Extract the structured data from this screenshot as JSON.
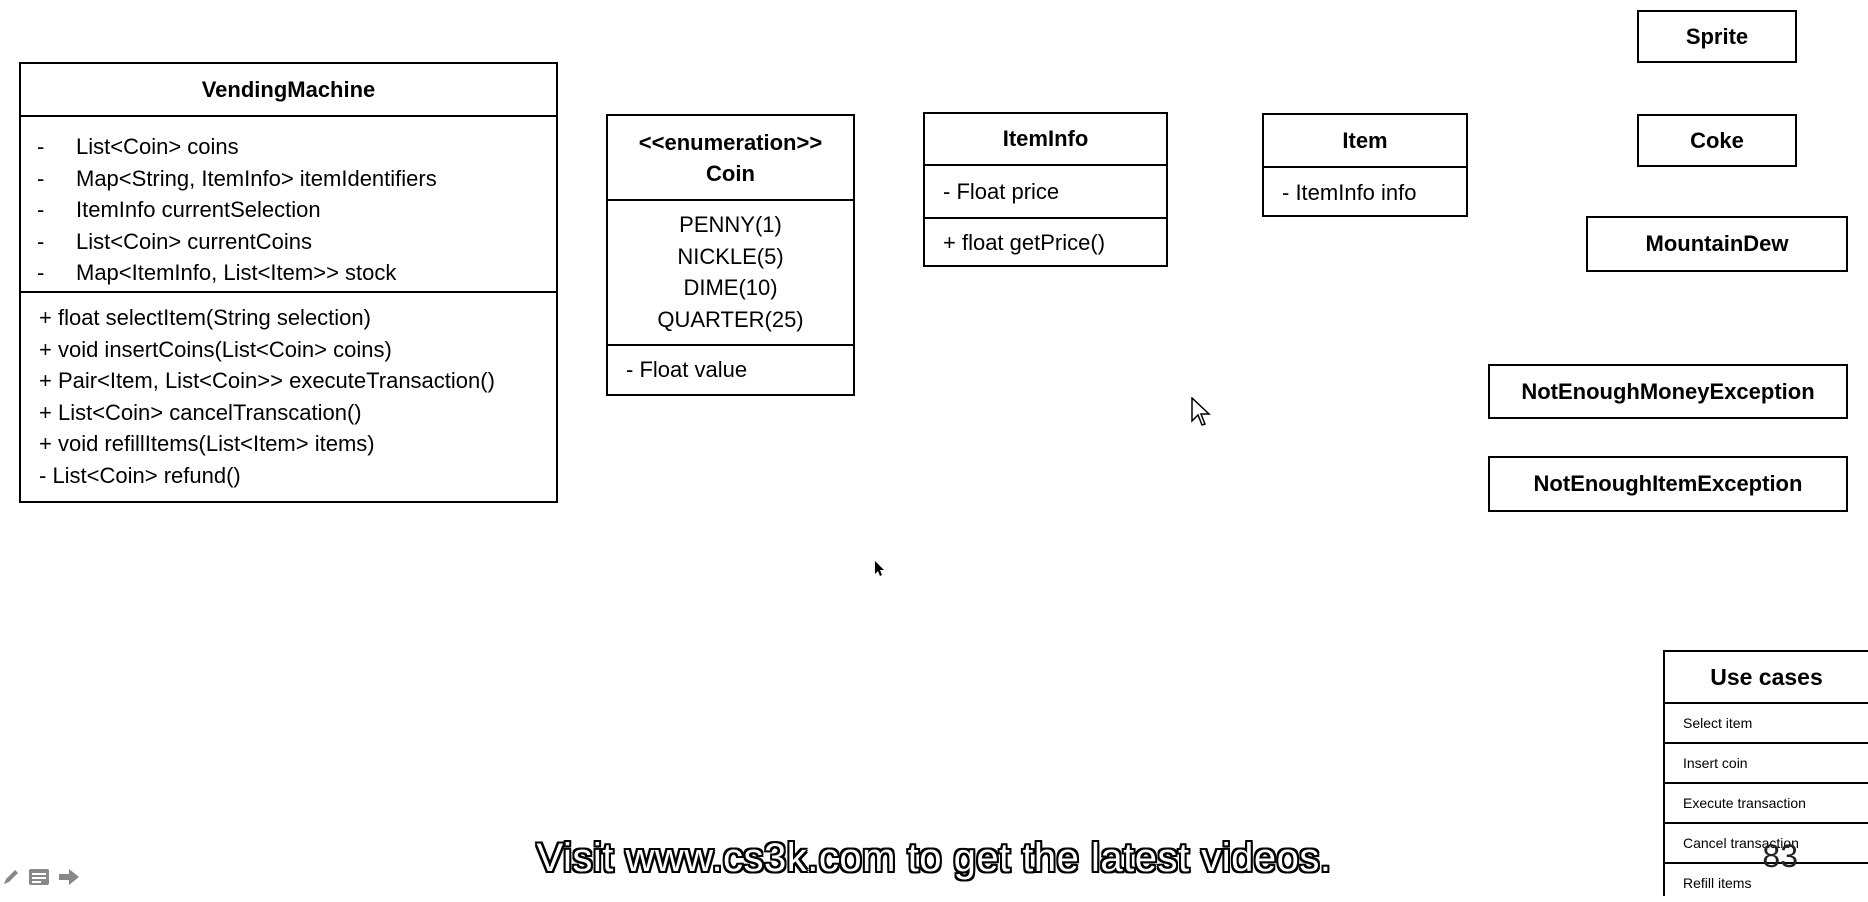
{
  "vending_machine": {
    "title": "VendingMachine",
    "attributes": [
      {
        "dash": "-",
        "text": "List<Coin> coins"
      },
      {
        "dash": "-",
        "text": "Map<String, ItemInfo> itemIdentifiers"
      },
      {
        "dash": "-",
        "text": "ItemInfo currentSelection"
      },
      {
        "dash": "-",
        "text": "List<Coin> currentCoins"
      },
      {
        "dash": "-",
        "text": "Map<ItemInfo, List<Item>> stock"
      }
    ],
    "methods": [
      "+ float selectItem(String selection)",
      "+ void insertCoins(List<Coin> coins)",
      "+ Pair<Item, List<Coin>> executeTransaction()",
      "+ List<Coin> cancelTranscation()",
      "+ void refillItems(List<Item> items)",
      "- List<Coin> refund()"
    ]
  },
  "coin": {
    "stereotype": "<<enumeration>>",
    "title": "Coin",
    "values": [
      "PENNY(1)",
      "NICKLE(5)",
      "DIME(10)",
      "QUARTER(25)"
    ],
    "attribute": "- Float value"
  },
  "item_info": {
    "title": "ItemInfo",
    "attribute": "- Float price",
    "method": "+ float getPrice()"
  },
  "item": {
    "title": "Item",
    "attribute": "- ItemInfo info"
  },
  "classes": {
    "sprite": "Sprite",
    "coke": "Coke",
    "mountain_dew": "MountainDew",
    "not_enough_money": "NotEnoughMoneyException",
    "not_enough_item": "NotEnoughItemException"
  },
  "use_cases": {
    "title": "Use cases",
    "items": [
      "Select item",
      "Insert coin",
      "Execute transaction",
      "Cancel transaction",
      "Refill items"
    ]
  },
  "caption": "Visit www.cs3k.com to get the latest videos.",
  "slide_number": "83",
  "toolbar": {
    "icons": [
      "pen-icon",
      "notes-icon",
      "arrow-right-icon"
    ]
  }
}
